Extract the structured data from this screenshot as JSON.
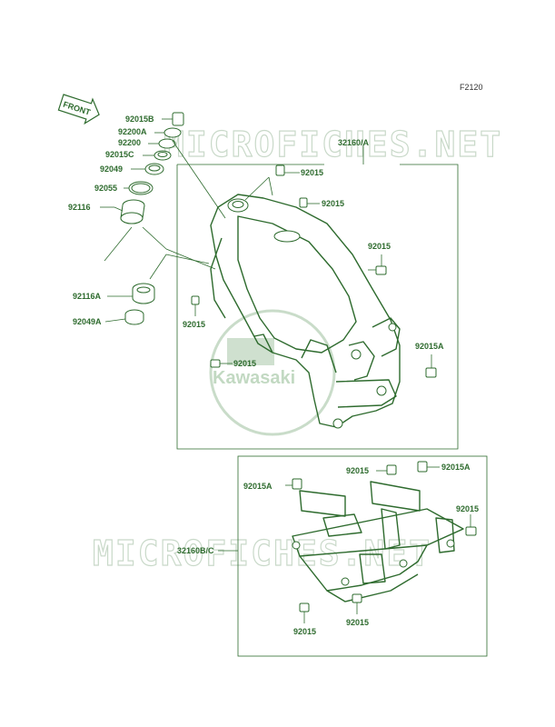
{
  "figure_code": "F2120",
  "watermark_text": "MICROFICHES.NET",
  "logo_text": "Kawasaki",
  "front_arrow_label": "FRONT",
  "colors": {
    "line": "#2e6b2e",
    "watermark": "#c9d9c9"
  },
  "labels": {
    "p92015B": "92015B",
    "p92200A": "92200A",
    "p92200": "92200",
    "p92015C": "92015C",
    "p92049": "92049",
    "p92055": "92055",
    "p92116": "92116",
    "p92116A": "92116A",
    "p92049A": "92049A",
    "p32160A": "32160/A",
    "frame_bolt_1": "92015",
    "frame_bolt_2": "92015",
    "frame_bolt_3": "92015",
    "frame_bolt_4": "92015",
    "frame_bolt_5": "92015",
    "p92015A_upper": "92015A",
    "p32160BC": "32160B/C",
    "sub_92015A_left": "92015A",
    "sub_92015_top": "92015",
    "sub_92015A_right": "92015A",
    "sub_92015_right": "92015",
    "sub_92015_bottom_left": "92015",
    "sub_92015_bottom_mid": "92015"
  }
}
